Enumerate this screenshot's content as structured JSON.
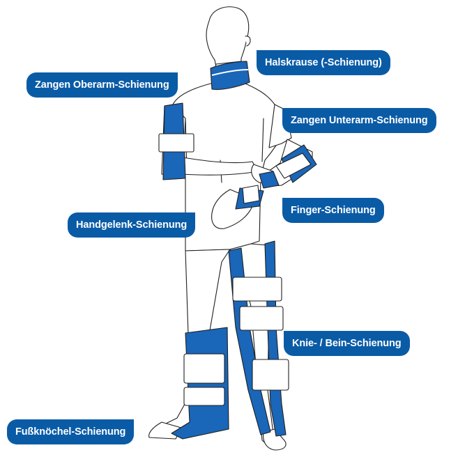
{
  "colors": {
    "label_bg": "#0a5ba6",
    "splint_blue": "#1a66b8",
    "outline": "#1f1f1f",
    "strap": "#ffffff"
  },
  "labels": {
    "halskrause": "Halskrause (-Schienung)",
    "oberarm": "Zangen Oberarm-Schienung",
    "unterarm": "Zangen Unterarm-Schienung",
    "finger": "Finger-Schienung",
    "handgelenk": "Handgelenk-Schienung",
    "knie_bein": "Knie- / Bein-Schienung",
    "fussknoechel": "Fußknöchel-Schienung"
  }
}
